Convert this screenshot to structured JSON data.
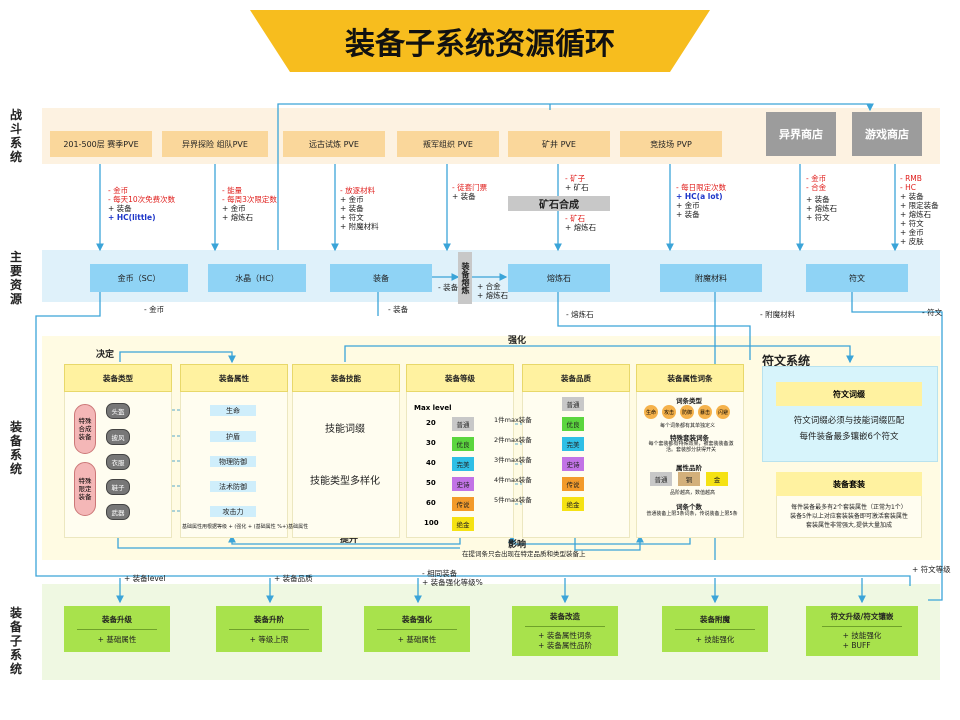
{
  "title": "装备子系统资源循环",
  "rows": {
    "battle": "战斗系统",
    "resource": "主要资源",
    "equip_sys": "装备系统",
    "equip_sub": "装备子系统"
  },
  "battle_modes": [
    "201-500层 赛季PVE",
    "异界探险 组队PVE",
    "远古试炼 PVE",
    "叛军组织 PVE",
    "矿井 PVE",
    "竞技场 PVP"
  ],
  "shops": [
    "异界商店",
    "游戏商店"
  ],
  "drops": {
    "d1_red": "- 金币\n- 每天10次免费次数",
    "d1_blk": "+ 装备",
    "d1_blue": "+ HC(little)",
    "d2_red": "- 能量\n- 每周3次限定数",
    "d2_blk": "+ 金币\n+ 熔炼石",
    "d3_red": "- 放逐材料",
    "d3_blk": "+ 金币\n+ 装备\n+ 符文\n+ 附魔材料",
    "d4_red": "- 徒套门票",
    "d4_blk": "+ 装备",
    "d5a_red": "- 矿子",
    "d5a_blk": "+ 矿石",
    "d5_mid": "矿石合成",
    "d5b_red": "- 矿石",
    "d5b_blk": "+ 熔炼石",
    "d6_red": "- 每日限定次数",
    "d6_blue": "+ HC(a lot)",
    "d6_blk": "+ 金币\n+ 装备",
    "d7_red": "- 金币\n- 合金",
    "d7_blk": "+ 装备\n+ 熔炼石\n+ 符文",
    "d8_red": "- RMB\n- HC",
    "d8_blk": "+ 装备\n+ 限定装备\n+ 熔炼石\n+ 符文\n+ 金币\n+ 皮肤"
  },
  "resources": [
    "金币（SC）",
    "水晶（HC）",
    "装备",
    "熔炼石",
    "附魔材料",
    "符文"
  ],
  "smelt": "装备熔炼",
  "smelt_in": "- 装备",
  "smelt_out": "+ 合金\n+ 熔炼石",
  "flows": {
    "gold_out": "- 金币",
    "equip_out": "- 装备",
    "stone_out": "- 熔炼石",
    "enchant_out": "- 附魔材料",
    "rune_out": "- 符文",
    "decide": "决定",
    "strengthen": "强化",
    "promote": "提升",
    "influence": "影响",
    "influence_note": "在提词条只会出现在特定品质和类型装备上",
    "plus_level": "+ 装备level",
    "plus_quality": "+ 装备品质",
    "plus_same": "- 相同装备\n+ 装备强化等级%",
    "plus_rune": "+ 符文等级"
  },
  "equip_panels": {
    "type": "装备类型",
    "attr": "装备属性",
    "skill": "装备技能",
    "level": "装备等级",
    "quality": "装备品质",
    "affix": "装备属性词条"
  },
  "type_groups": [
    "特殊合成装备",
    "特殊限定装备"
  ],
  "type_items": [
    "头盔",
    "披风",
    "衣服",
    "鞋子",
    "武器"
  ],
  "attr_items": [
    "生命",
    "护盾",
    "物理防御",
    "法术防御",
    "攻击力"
  ],
  "attr_note": "基础属性用根据等级 + (强化 + (基础属性 %+)基础属性",
  "skill_lines": [
    "技能词缀",
    "技能类型多样化"
  ],
  "level_header": "Max level",
  "levels": [
    "20",
    "30",
    "40",
    "50",
    "60",
    "100"
  ],
  "level_links": [
    "1件max装备",
    "2件max装备",
    "3件max装备",
    "4件max装备",
    "5件max装备"
  ],
  "qualities": [
    "普通",
    "优良",
    "完美",
    "史诗",
    "传说",
    "绝金"
  ],
  "affix": {
    "types_title": "词条类型",
    "types": [
      "生命",
      "攻击",
      "防御",
      "暴击",
      "闪避"
    ],
    "types_note": "每个词条都有其单独定义",
    "special_title": "特殊套装词条",
    "special_note": "每个套装都有特殊效果，被套装装备激活。套装部分获得开关",
    "quality_title": "属性品阶",
    "quality_tiers": [
      "普通",
      "铜",
      "金"
    ],
    "quality_note": "品阶越高，数值越高",
    "count_title": "词条个数",
    "count_note": "普通装备上限3条词条，传说装备上限5条"
  },
  "rune_system": {
    "title": "符文系统",
    "box_title": "符文词缀",
    "lines": [
      "符文词缀必须与技能词缀匹配",
      "每件装备最多镶嵌6个符文"
    ]
  },
  "suit": {
    "title": "装备套装",
    "note": "每件装备最多有2个套装属性（正常为1个）\n装备5件以上对应套装装备即可激活套装属性\n套装属性非常强大,提供大量加成"
  },
  "subsystems": [
    {
      "name": "装备升级",
      "effect": "+ 基础属性"
    },
    {
      "name": "装备升阶",
      "effect": "+ 等级上限"
    },
    {
      "name": "装备强化",
      "effect": "+ 基础属性"
    },
    {
      "name": "装备改造",
      "effect": "+ 装备属性词条\n+ 装备属性品阶"
    },
    {
      "name": "装备附魔",
      "effect": "+ 技能强化"
    },
    {
      "name": "符文升级/符文镶嵌",
      "effect": "+ 技能强化\n+ BUFF"
    }
  ],
  "colors": {
    "title_bg": "#f7bd1e",
    "battle_band": "#fdf2e1",
    "resource_band": "#dff1fa",
    "equip_band": "#fffbe3",
    "sub_band": "#eff8e2",
    "arrow": "#3ba4d8"
  }
}
